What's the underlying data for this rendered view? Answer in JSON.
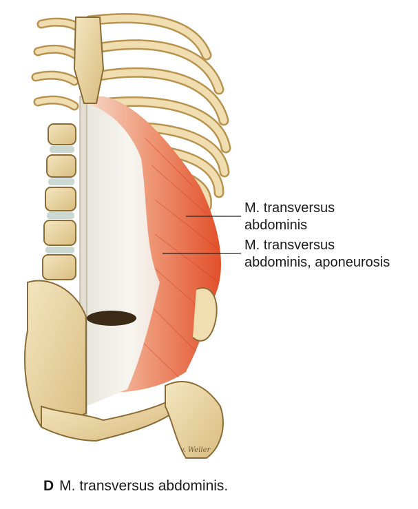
{
  "figure": {
    "labels": [
      {
        "line1": "M. transversus",
        "line2": "abdominis"
      },
      {
        "line1": "M. transversus",
        "line2": "abdominis, aponeurosis"
      }
    ],
    "caption": {
      "letter": "D",
      "text": "M. transversus abdominis."
    },
    "signature": "v. Weller"
  },
  "colors": {
    "bone": "#ead6a4",
    "bone_outline": "#8a6b35",
    "muscle": "#e5603c",
    "aponeurosis": "#f1efe9",
    "text": "#1a1a1a"
  }
}
